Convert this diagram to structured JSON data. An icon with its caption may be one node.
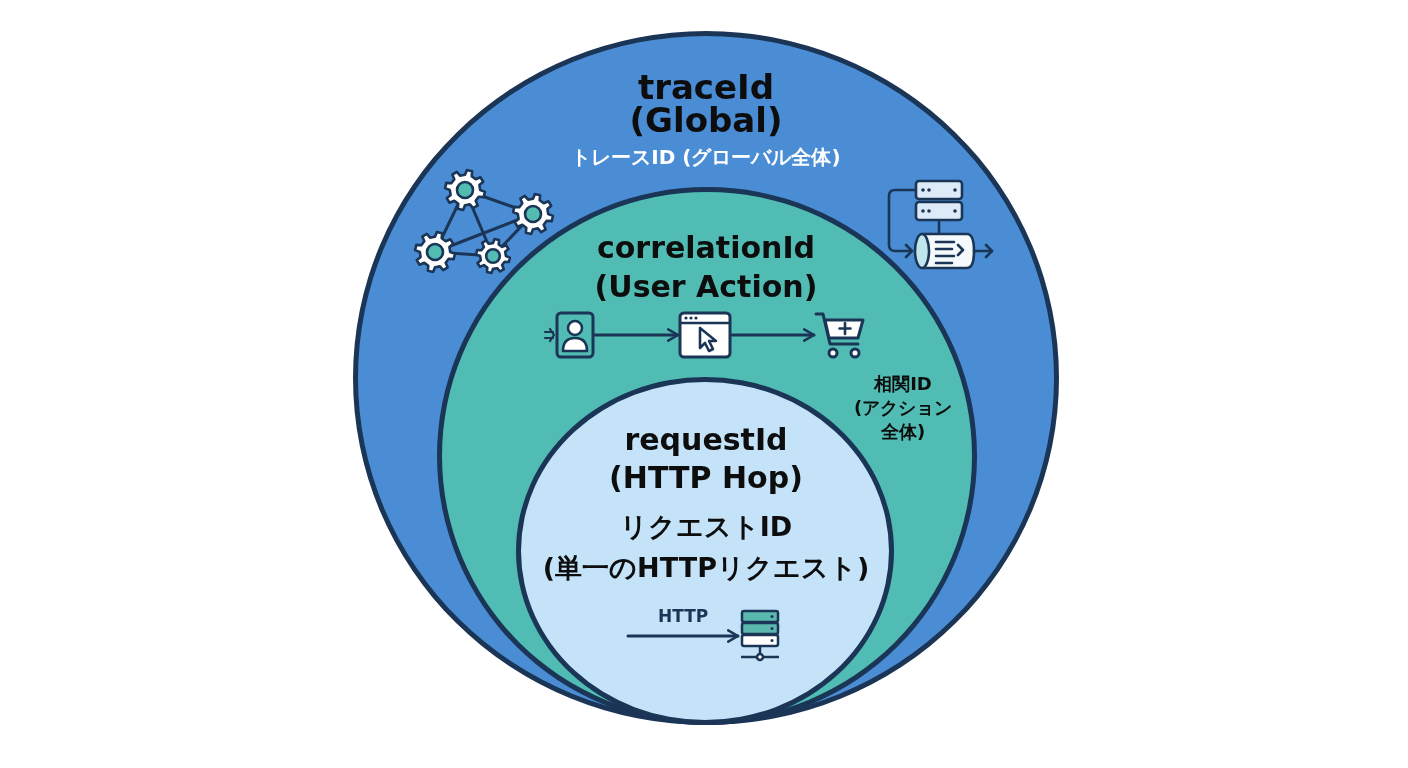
{
  "diagram": {
    "nodes": [
      {
        "text": [
          "traceId (Global)",
          "トレースID (グローバル全体)"
        ]
      },
      {
        "text": [
          "correlationId (User Action)",
          "相関ID (アクション全体)"
        ],
        "in": 0
      },
      {
        "text": [],
        "shape": "picture",
        "in": 1
      },
      {
        "text": [],
        "shape": "picture",
        "in": 1
      },
      {
        "text": [],
        "shape": "picture",
        "in": 1
      },
      {
        "text": [
          "requestId (HTTP Hop)",
          "リクエストID (単一のHTTPリクエスト)"
        ],
        "in": 1
      },
      {
        "text": [],
        "shape": "picture",
        "in": 5
      }
    ],
    "edges": [
      {
        "from": 2,
        "to": 3,
        "arrow": "to"
      },
      {
        "from": 3,
        "to": 4,
        "arrow": "to"
      },
      {
        "from": null,
        "to": 6,
        "arrow": "to",
        "label": "HTTP"
      }
    ]
  }
}
